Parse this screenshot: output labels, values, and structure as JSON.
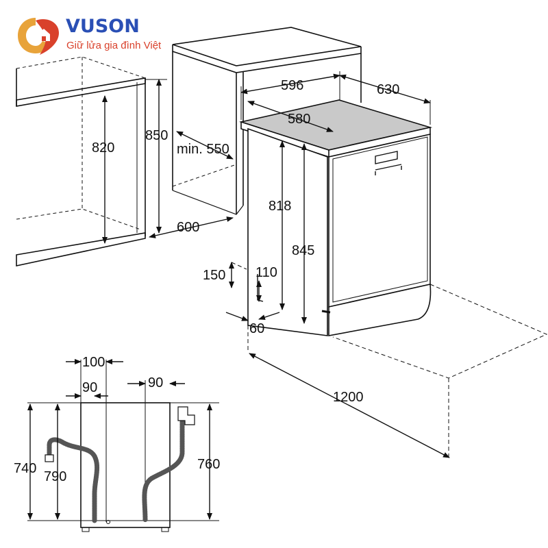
{
  "brand": {
    "name": "VUSON",
    "slogan": "Giữ lửa gia đình Việt",
    "colors": {
      "blue": "#2a4fb5",
      "red": "#d9412b"
    }
  },
  "dimensions": {
    "niche_height": "820",
    "counter_height": "850",
    "niche_depth_min": "min. 550",
    "niche_width": "600",
    "width": "596",
    "depth": "630",
    "top_depth": "580",
    "body_height": "818",
    "total_height": "845",
    "plinth_height": "150",
    "plinth_inner": "110",
    "plinth_offset": "60",
    "door_open_depth": "1200"
  },
  "back_view": {
    "left_offset": "100",
    "left_hose_offset": "90",
    "right_hose_offset": "90",
    "left_height_outer": "740",
    "left_height_inner": "790",
    "right_height": "760"
  }
}
